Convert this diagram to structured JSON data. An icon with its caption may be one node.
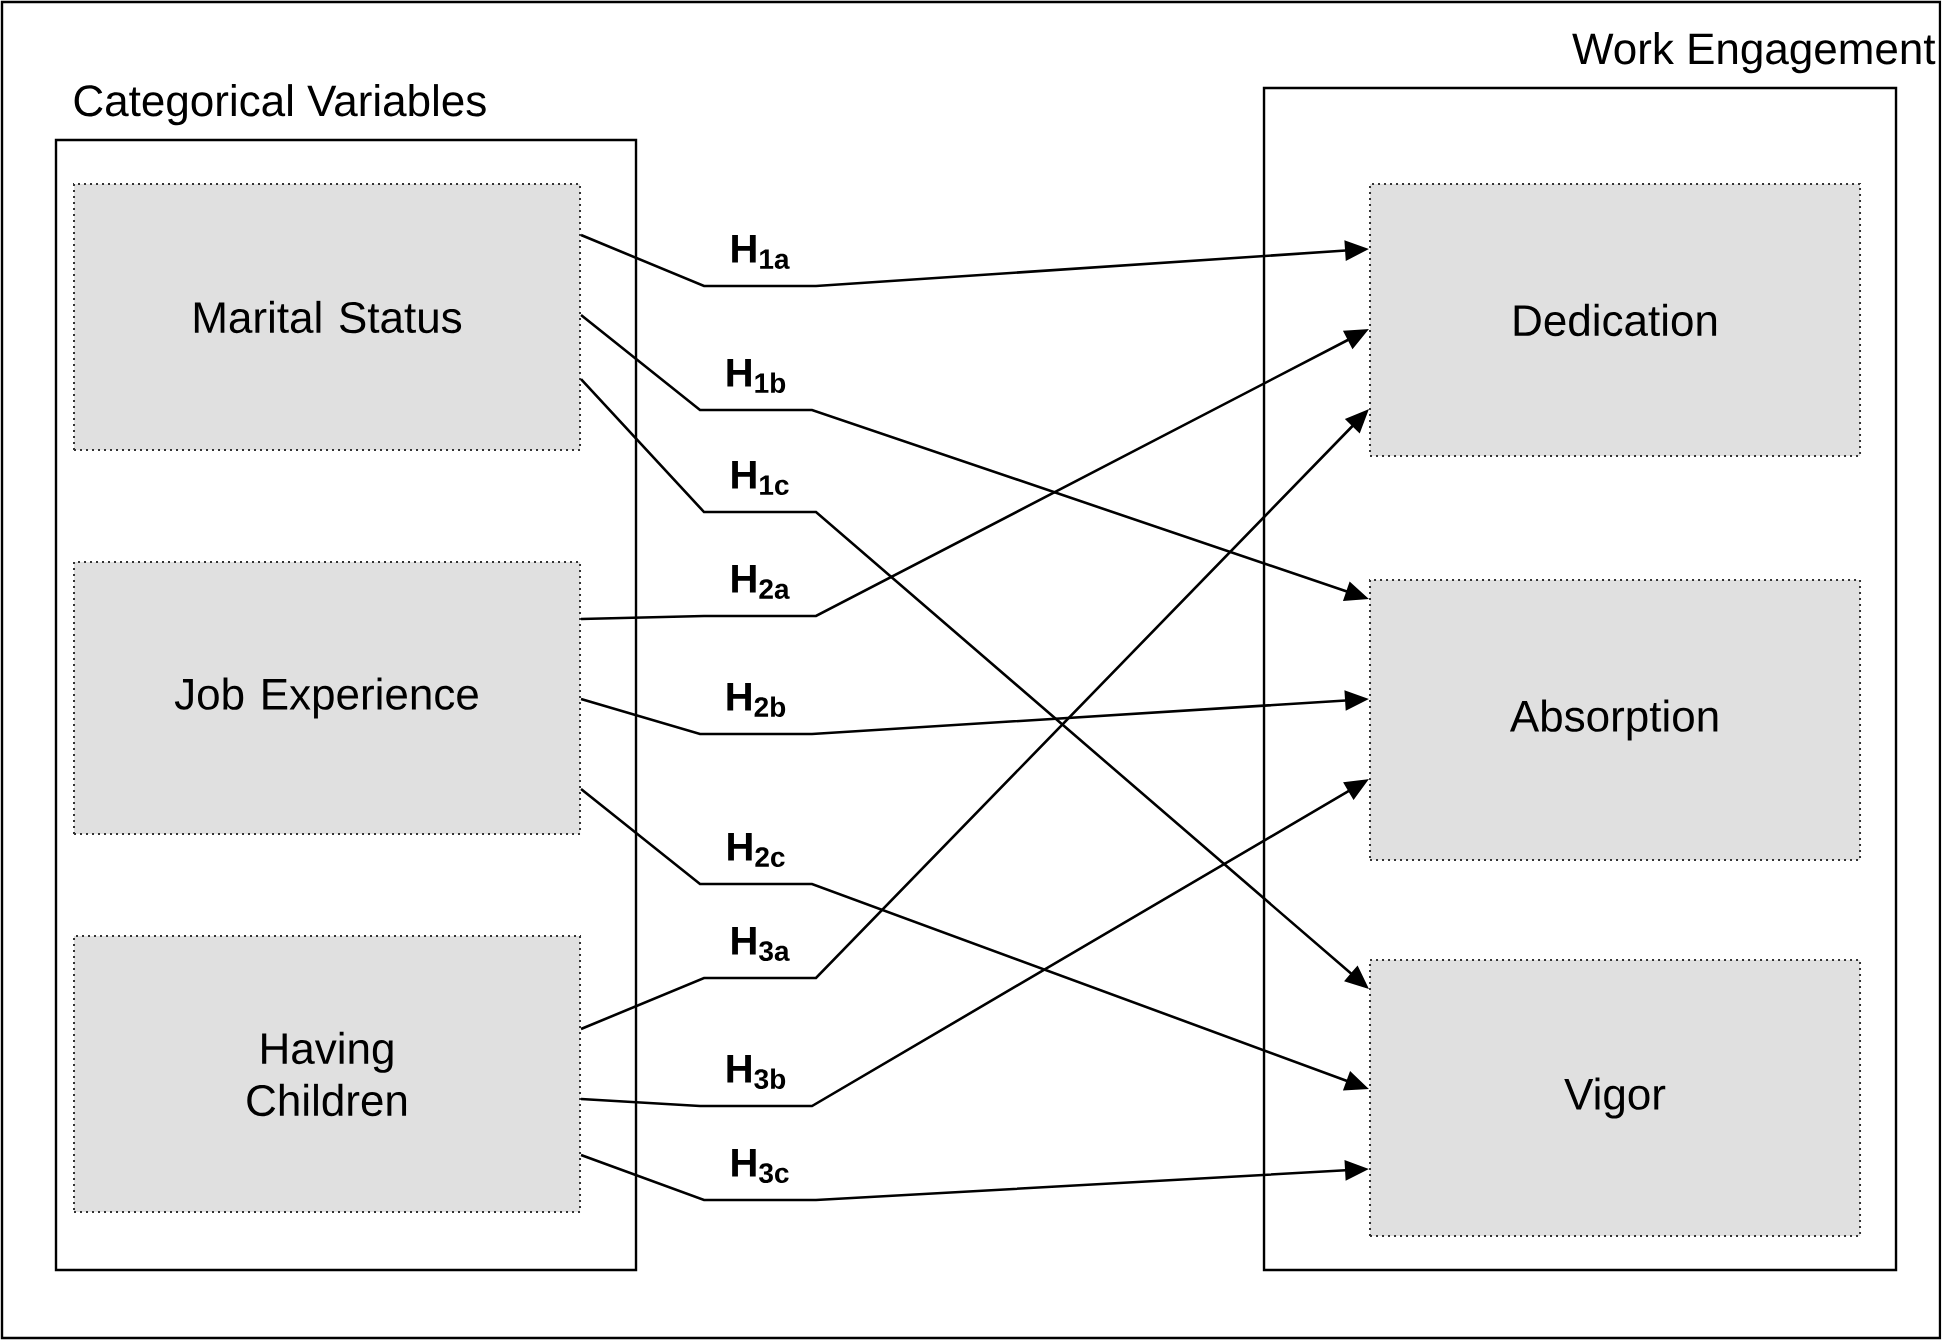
{
  "diagram": {
    "nodes": [
      {
        "text": [
          "Categorical Variables"
        ]
      },
      {
        "text": [
          "Marital Status"
        ],
        "in": 0
      },
      {
        "text": [
          "Job Experience"
        ],
        "in": 0
      },
      {
        "text": [
          "Having Children"
        ],
        "in": 0
      },
      {
        "text": [
          "Work Engagement"
        ]
      },
      {
        "text": [
          "Dedication"
        ],
        "in": 4
      },
      {
        "text": [
          "Absorption"
        ],
        "in": 4
      },
      {
        "text": [
          "Vigor"
        ],
        "in": 4
      }
    ],
    "edges": [
      {
        "from": 1,
        "to": 5,
        "arrow": "to",
        "label": "H$_{1a}$"
      },
      {
        "from": 1,
        "to": 6,
        "arrow": "to",
        "label": "H$_{1b}$"
      },
      {
        "from": 1,
        "to": 7,
        "arrow": "to",
        "label": "H$_{1c}$"
      },
      {
        "from": 2,
        "to": 5,
        "arrow": "to",
        "label": "H$_{2a}$"
      },
      {
        "from": 2,
        "to": 6,
        "arrow": "to",
        "label": "H$_{2b}$"
      },
      {
        "from": 2,
        "to": 7,
        "arrow": "to",
        "label": "H$_{2c}$"
      },
      {
        "from": 3,
        "to": 5,
        "arrow": "to",
        "label": "H$_{3a}$"
      },
      {
        "from": 3,
        "to": 6,
        "arrow": "to",
        "label": "H$_{3b}$"
      },
      {
        "from": 3,
        "to": 7,
        "arrow": "to",
        "label": "H$_{3c}$"
      }
    ]
  }
}
